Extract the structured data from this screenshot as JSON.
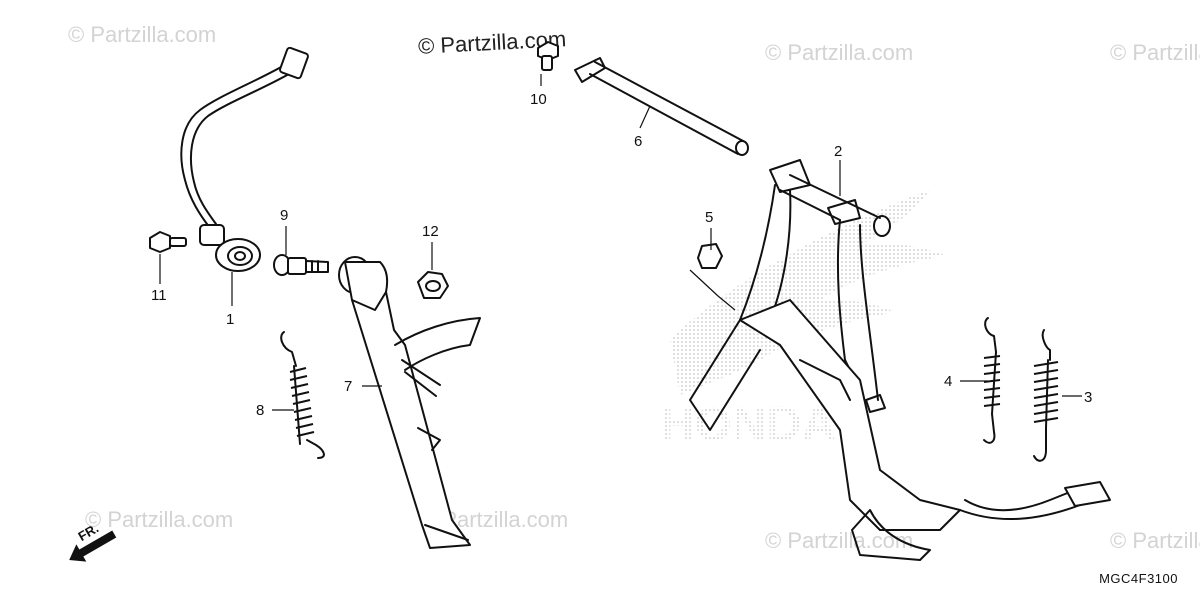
{
  "watermark": {
    "text": "© Partzilla.com",
    "main_text": "© Partzilla.com"
  },
  "diagram_code": "MGC4F3100",
  "front_indicator": "FR.",
  "background_logo_text": "HONDA",
  "callouts": [
    "1",
    "2",
    "3",
    "4",
    "5",
    "6",
    "7",
    "8",
    "9",
    "10",
    "11",
    "12"
  ],
  "parts": [
    {
      "number": "1",
      "part": "side stand switch"
    },
    {
      "number": "2",
      "part": "main stand"
    },
    {
      "number": "3",
      "part": "spring"
    },
    {
      "number": "4",
      "part": "spring"
    },
    {
      "number": "5",
      "part": "stopper rubber"
    },
    {
      "number": "6",
      "part": "main stand pivot pipe"
    },
    {
      "number": "7",
      "part": "side stand"
    },
    {
      "number": "8",
      "part": "spring"
    },
    {
      "number": "9",
      "part": "side stand pivot bolt"
    },
    {
      "number": "10",
      "part": "bolt"
    },
    {
      "number": "11",
      "part": "bolt"
    },
    {
      "number": "12",
      "part": "nut"
    }
  ]
}
